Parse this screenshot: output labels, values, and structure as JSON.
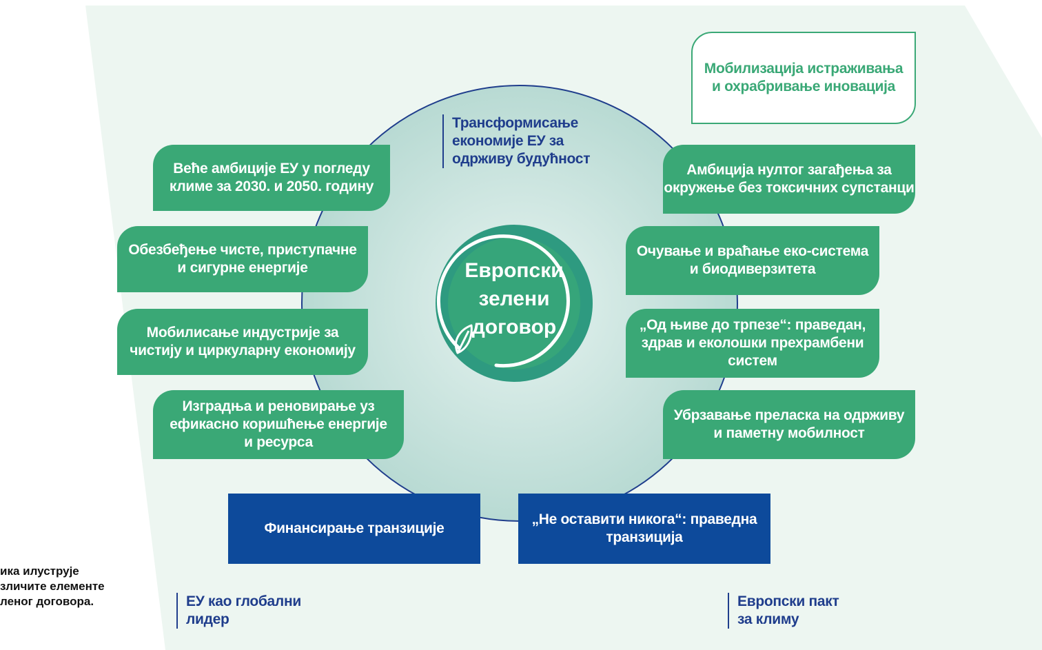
{
  "colors": {
    "background_panel": "#edf6f1",
    "ring_gradient_inner": "#e6f3f0",
    "ring_gradient_outer": "#b8dad3",
    "ring_stroke": "#1f3d8c",
    "green_box": "#3aa876",
    "blue_box": "#0d4a9b",
    "center_circle": "#2e9a80",
    "outline_text": "#3aa876",
    "label_text": "#1f3d8c"
  },
  "center": {
    "line1": "Европски",
    "line2": "зелени",
    "line3": "договор"
  },
  "top_label": {
    "line1": "Трансформисање",
    "line2": "економије ЕУ за",
    "line3": "одрживу будућност"
  },
  "left_boxes": [
    {
      "line1": "Веће амбиције ЕУ у погледу",
      "line2": "климе за 2030. и 2050. годину"
    },
    {
      "line1": "Обезбеђење чисте, приступачне",
      "line2": "и сигурне енергије"
    },
    {
      "line1": "Мобилисање индустрије за",
      "line2": "чистију и циркуларну економију"
    },
    {
      "line1": "Изградња и реновирање уз",
      "line2": "ефикасно коришћење енергије",
      "line3": "и ресурса"
    }
  ],
  "right_boxes": [
    {
      "line1": "Амбиција нултог загађења за",
      "line2": "окружење без токсичних супстанци"
    },
    {
      "line1": "Очување и враћање еко-система",
      "line2": "и биодиверзитета"
    },
    {
      "line1": "„Од њиве до трпезе“: праведан,",
      "line2": "здрав и еколошки прехрамбени",
      "line3": "систем"
    },
    {
      "line1": "Убрзавање преласка на одрживу",
      "line2": "и паметну мобилност"
    }
  ],
  "research_box": {
    "line1": "Мобилизација истраживања",
    "line2": "и охрабривање иновација"
  },
  "blue_boxes": {
    "financing": "Финансирање транзиције",
    "just_line1": "„Не оставити никога“: праведна",
    "just_line2": "транзиција"
  },
  "bottom_labels": {
    "global_line1": "ЕУ као глобални",
    "global_line2": "лидер",
    "pact_line1": "Европски пакт",
    "pact_line2": "за климу"
  },
  "caption": {
    "line1": "ика илуструје",
    "line2": "зличите елементе",
    "line3": "леног договора."
  }
}
